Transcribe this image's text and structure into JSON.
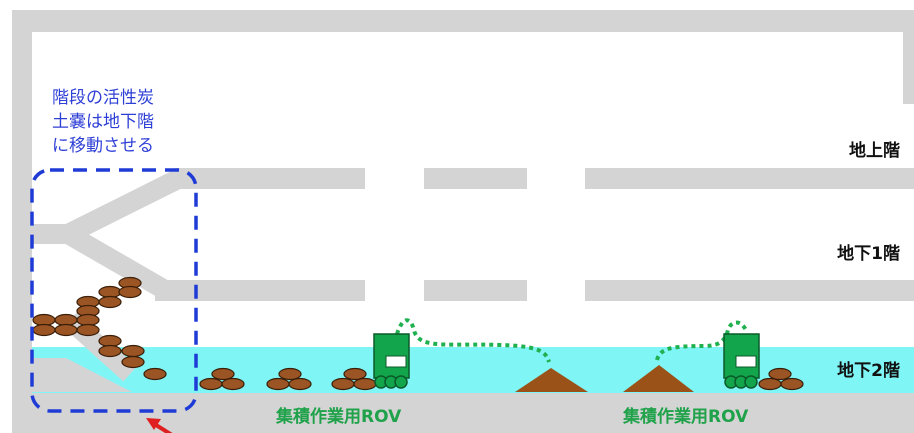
{
  "colors": {
    "structure": "#d4d4d4",
    "water": "#7ff5f5",
    "sandbag_fill": "#9b5423",
    "sandbag_stroke": "#3a1e08",
    "sediment": "#9b5218",
    "rov_green": "#12a54b",
    "rov_dark": "#0b5a2a",
    "rov_path": "#20b050",
    "selection_box": "#1f3bd6",
    "arrow": "#e02020",
    "note_text": "#2e3fd6",
    "rov_label": "#1fa24a"
  },
  "note": {
    "line1": "階段の活性炭",
    "line2": "土嚢は地下階",
    "line3": "に移動させる"
  },
  "floors": {
    "ground": "地上階",
    "b1": "地下1階",
    "b2": "地下2階"
  },
  "rov_labels": {
    "left": "集積作業用ROV",
    "right": "集積作業用ROV"
  },
  "icons": {
    "rov": "rov-vehicle-icon",
    "arrow": "red-arrow-icon",
    "sandbag": "sandbag-icon"
  }
}
